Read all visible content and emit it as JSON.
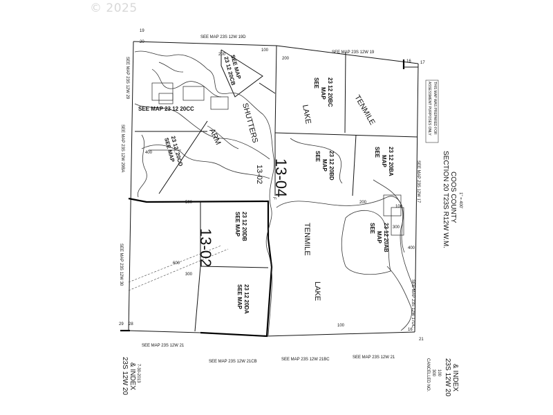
{
  "copyright": "© 2025",
  "see_maps": {
    "top_20ca": "SEE MAP 23S 12W 19D",
    "top_19": "SEE MAP 23S 12W 19",
    "map_20cb": [
      "SEE MAP",
      "23 12 20CB"
    ],
    "map_20cc": "SEE MAP 23 12 20CC",
    "map_20bc": [
      "SEE",
      "MAP",
      "23 12 20BC"
    ],
    "map_20bd": [
      "SEE",
      "MAP",
      "23 12 20BD"
    ],
    "map_20ba": [
      "SEE",
      "MAP",
      "23 12 20BA"
    ],
    "map_20cd": [
      "SEE MAP",
      "23 12_20CD"
    ],
    "map_20db": [
      "SEE MAP",
      "23 12 20DB"
    ],
    "map_20da": [
      "SEE MAP",
      "23 12 20DA"
    ],
    "map_20ab": [
      "SEE",
      "MAP",
      "23 12 20AB"
    ],
    "left_19a": "SEE MAP 23S 12W 29",
    "left_29ba": "SEE MAP 23S 12W 29BA",
    "left_30": "SEE MAP 23S 12W 30",
    "right_17": "SEE MAP 23S 12W 17",
    "right_17dc": "SEE MAP 23S 12W 17DC",
    "bottom_21": "SEE MAP 23S 12W 21",
    "bottom_21cb": "SEE MAP 23S 12W 21CB",
    "bottom_21bc": "SEE MAP 23S 12W 21BC",
    "bottom_21r": "SEE MAP 23S 12W 21"
  },
  "labels": {
    "shutters": "SHUTTERS",
    "arm": "ARM",
    "lake_top": "LAKE",
    "tenmile_top": "TENMILE",
    "tenmile_mid": "TENMILE",
    "lake_mid": "LAKE",
    "code_13_04": "13-04",
    "code_13_04_suffix": "F",
    "code_13_02_small": "13-02",
    "code_13_02_big": "13-02"
  },
  "title_block": {
    "section": "SECTION 20 T23S R12W W.M.",
    "county": "COOS COUNTY",
    "scale": "1\" = 400'",
    "index_right": [
      "23S 12W 20",
      "& INDEX"
    ],
    "index_left": [
      "23S 12W 20",
      "& INDEX"
    ],
    "cancelled": [
      "CANCELLED NO.",
      "300",
      "100"
    ],
    "date": "7-30-2013",
    "note": [
      "THIS MAP WAS PREPARED FOR",
      "ASSESSMENT PURPOSES ONLY"
    ]
  },
  "corners": {
    "tl": "19",
    "tl2": "20",
    "tr": "16",
    "tr2": "17",
    "bl": "29",
    "bl2": "28",
    "br": "16",
    "br2": "21"
  },
  "lot_numbers": [
    "200",
    "100",
    "200",
    "400",
    "500",
    "200",
    "100",
    "300",
    "600",
    "300",
    "100",
    "400"
  ]
}
